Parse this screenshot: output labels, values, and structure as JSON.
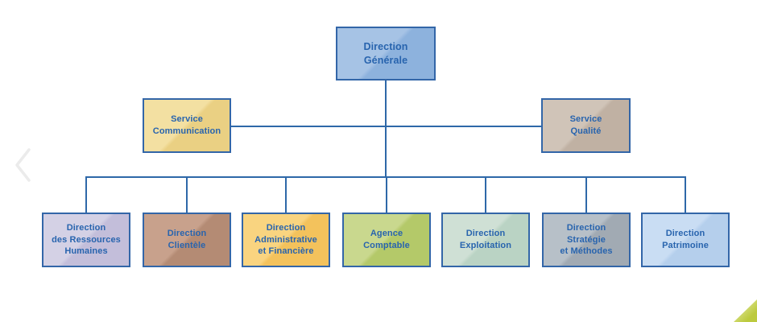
{
  "style": {
    "background": "#ffffff",
    "line_color": "#2e68a8",
    "node_border_color": "#3366a8",
    "node_text_color": "#2864ae",
    "chevron_color": "#ebebeb",
    "corner_accent_green": "#bcca3e"
  },
  "org_chart": {
    "title": "",
    "root_id": "direction-generale",
    "staff_ids": [
      "service-communication",
      "service-qualite"
    ],
    "department_ids": [
      "direction-ressources-humaines",
      "direction-clientele",
      "direction-administrative-financiere",
      "agence-comptable",
      "direction-exploitation",
      "direction-strategie-methodes",
      "direction-patrimoine"
    ]
  },
  "nodes": [
    {
      "id": "direction-generale",
      "label": "Direction\nGénérale",
      "level": "root",
      "color_light": "#a6c3e5",
      "color_dark": "#8db2dd"
    },
    {
      "id": "service-communication",
      "label": "Service\nCommunication",
      "level": "staff",
      "color_light": "#f3e0a2",
      "color_dark": "#ead083"
    },
    {
      "id": "service-qualite",
      "label": "Service\nQualité",
      "level": "staff",
      "color_light": "#d0c4b8",
      "color_dark": "#c0b1a3"
    },
    {
      "id": "direction-ressources-humaines",
      "label": "Direction\ndes Ressources\nHumaines",
      "level": "department",
      "color_light": "#d4d1e5",
      "color_dark": "#c3beda"
    },
    {
      "id": "direction-clientele",
      "label": "Direction\nClientèle",
      "level": "department",
      "color_light": "#c8a18c",
      "color_dark": "#b48b74"
    },
    {
      "id": "direction-administrative-financiere",
      "label": "Direction\nAdministrative\net Financière",
      "level": "department",
      "color_light": "#f9d480",
      "color_dark": "#f3c25c"
    },
    {
      "id": "agence-comptable",
      "label": "Agence\nComptable",
      "level": "department",
      "color_light": "#c9d88e",
      "color_dark": "#b4c969"
    },
    {
      "id": "direction-exploitation",
      "label": "Direction\nExploitation",
      "level": "department",
      "color_light": "#cfe0d5",
      "color_dark": "#bad3c4"
    },
    {
      "id": "direction-strategie-methodes",
      "label": "Direction\nStratégie\net Méthodes",
      "level": "department",
      "color_light": "#b7c0c8",
      "color_dark": "#a1aab3"
    },
    {
      "id": "direction-patrimoine",
      "label": "Direction\nPatrimoine",
      "level": "department",
      "color_light": "#c9ddf3",
      "color_dark": "#b5cfec"
    }
  ]
}
